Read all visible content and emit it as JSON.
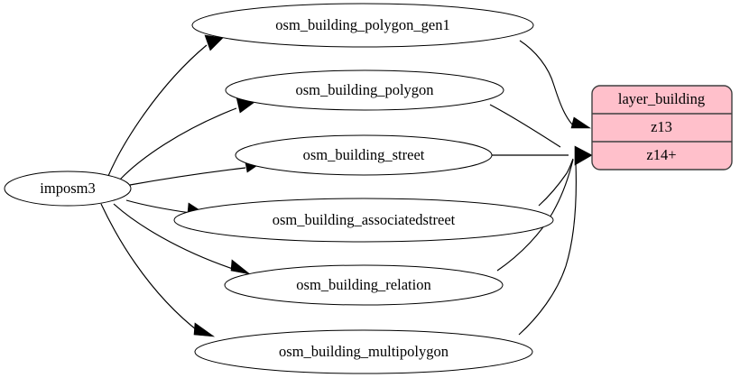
{
  "diagram": {
    "type": "directed-graph",
    "background_color": "#ffffff",
    "edge_color": "#000000",
    "source_node": {
      "id": "imposm3",
      "label": "imposm3",
      "shape": "ellipse",
      "fill": "#ffffff"
    },
    "table_nodes": [
      {
        "id": "osm_building_polygon_gen1",
        "label": "osm_building_polygon_gen1",
        "shape": "ellipse",
        "fill": "#ffffff"
      },
      {
        "id": "osm_building_polygon",
        "label": "osm_building_polygon",
        "shape": "ellipse",
        "fill": "#ffffff"
      },
      {
        "id": "osm_building_street",
        "label": "osm_building_street",
        "shape": "ellipse",
        "fill": "#ffffff"
      },
      {
        "id": "osm_building_associatedstreet",
        "label": "osm_building_associatedstreet",
        "shape": "ellipse",
        "fill": "#ffffff"
      },
      {
        "id": "osm_building_relation",
        "label": "osm_building_relation",
        "shape": "ellipse",
        "fill": "#ffffff"
      },
      {
        "id": "osm_building_multipolygon",
        "label": "osm_building_multipolygon",
        "shape": "ellipse",
        "fill": "#ffffff"
      }
    ],
    "layer_node": {
      "id": "layer_building",
      "shape": "record-rounded",
      "fill": "#ffc0cb",
      "border_color": "#3f3f3f",
      "rows": [
        {
          "id": "layer-name",
          "label": "layer_building"
        },
        {
          "id": "zoom-z13",
          "label": "z13"
        },
        {
          "id": "zoom-z14plus",
          "label": "z14+"
        }
      ]
    },
    "edges": [
      {
        "from": "imposm3",
        "to": "osm_building_polygon_gen1"
      },
      {
        "from": "imposm3",
        "to": "osm_building_polygon"
      },
      {
        "from": "imposm3",
        "to": "osm_building_street"
      },
      {
        "from": "imposm3",
        "to": "osm_building_associatedstreet"
      },
      {
        "from": "imposm3",
        "to": "osm_building_relation"
      },
      {
        "from": "imposm3",
        "to": "osm_building_multipolygon"
      },
      {
        "from": "osm_building_polygon_gen1",
        "to": "zoom-z13"
      },
      {
        "from": "osm_building_polygon",
        "to": "zoom-z14plus"
      },
      {
        "from": "osm_building_street",
        "to": "zoom-z14plus"
      },
      {
        "from": "osm_building_associatedstreet",
        "to": "zoom-z14plus"
      },
      {
        "from": "osm_building_relation",
        "to": "zoom-z14plus"
      },
      {
        "from": "osm_building_multipolygon",
        "to": "zoom-z14plus"
      }
    ]
  }
}
